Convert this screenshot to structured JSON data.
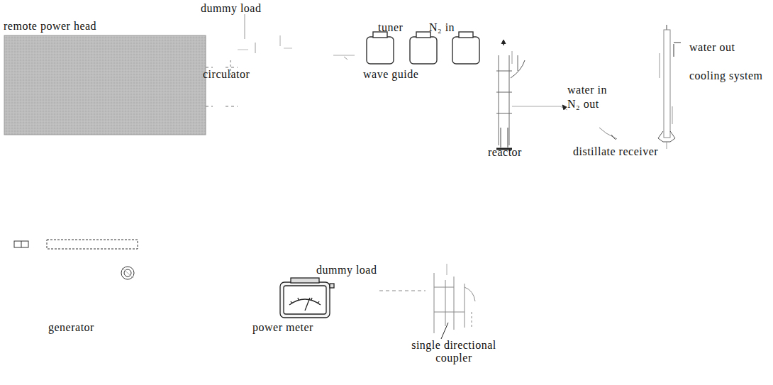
{
  "diagram": {
    "labels": [
      "remote power head",
      "dummy load",
      "tuner",
      "N₂ in",
      "water out",
      "cooling system",
      "circulator",
      "wave guide",
      "water in",
      "N₂ out",
      "reactor",
      "distillate receiver",
      "generator",
      "dummy load",
      "power meter",
      "single directional coupler"
    ]
  }
}
